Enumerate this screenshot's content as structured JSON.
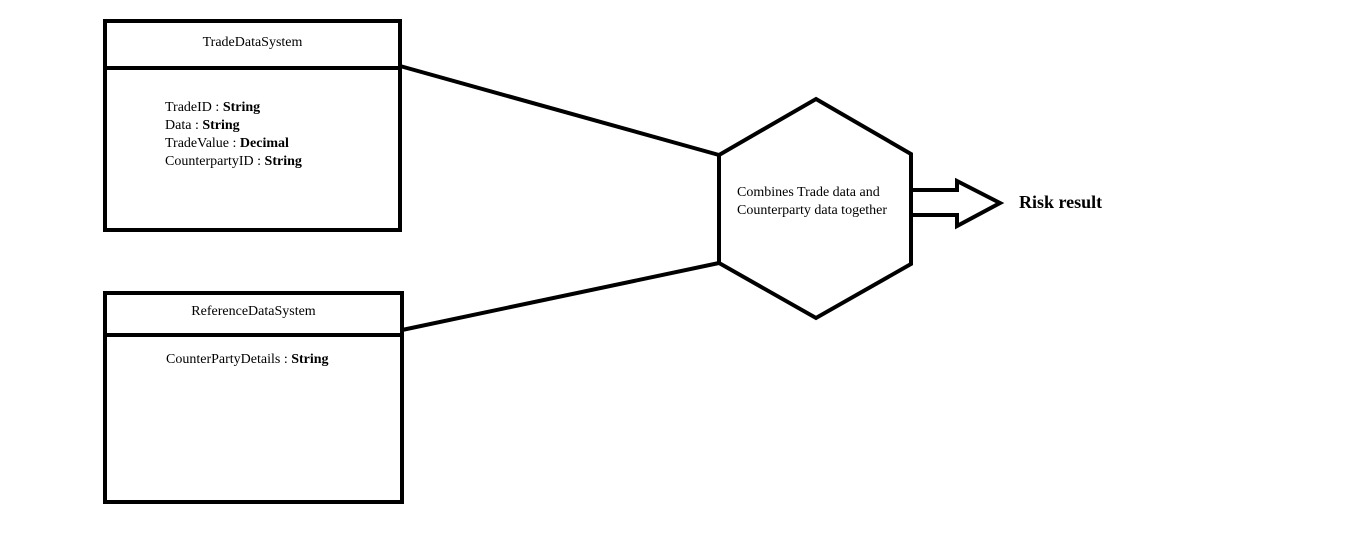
{
  "trade_system": {
    "title": "TradeDataSystem",
    "attributes": [
      {
        "name": "TradeID",
        "type": "String"
      },
      {
        "name": "Data",
        "type": "String"
      },
      {
        "name": "TradeValue",
        "type": "Decimal"
      },
      {
        "name": "CounterpartyID",
        "type": "String"
      }
    ]
  },
  "reference_system": {
    "title": "ReferenceDataSystem",
    "attributes": [
      {
        "name": "CounterPartyDetails",
        "type": "String"
      }
    ]
  },
  "process": {
    "line1": "Combines Trade data and",
    "line2": "Counterparty data together"
  },
  "output": {
    "label": "Risk result"
  },
  "colors": {
    "stroke": "#000000",
    "background": "#ffffff"
  }
}
